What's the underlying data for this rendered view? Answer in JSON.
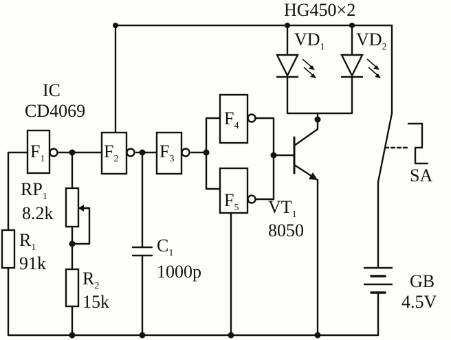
{
  "ic": {
    "label": "IC",
    "part": "CD4069"
  },
  "gates": {
    "f1": {
      "letter": "F",
      "sub": "1"
    },
    "f2": {
      "letter": "F",
      "sub": "2"
    },
    "f3": {
      "letter": "F",
      "sub": "3"
    },
    "f4": {
      "letter": "F",
      "sub": "4"
    },
    "f5": {
      "letter": "F",
      "sub": "5"
    }
  },
  "leds": {
    "part": "HG450×2",
    "vd1": {
      "letter": "VD",
      "sub": "1"
    },
    "vd2": {
      "letter": "VD",
      "sub": "2"
    }
  },
  "rp1": {
    "letter": "RP",
    "sub": "1",
    "value": "8.2k"
  },
  "r1": {
    "letter": "R",
    "sub": "1",
    "value": "91k"
  },
  "r2": {
    "letter": "R",
    "sub": "2",
    "value": "15k"
  },
  "c1": {
    "letter": "C",
    "sub": "1",
    "value": "1000p"
  },
  "vt1": {
    "letter": "VT",
    "sub": "1",
    "part": "8050"
  },
  "sa": {
    "label": "SA"
  },
  "gb": {
    "label": "GB",
    "value": "4.5V"
  }
}
